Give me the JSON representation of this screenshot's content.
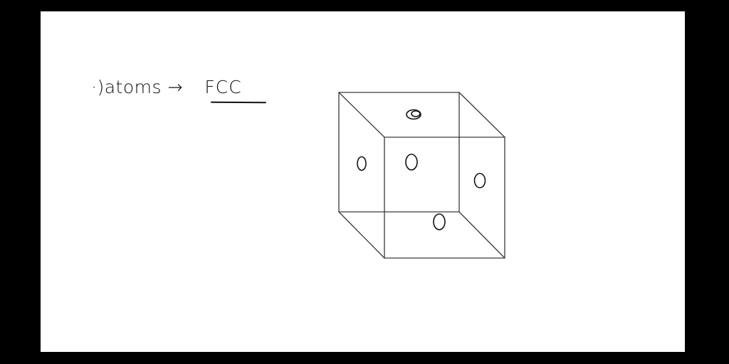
{
  "page": {
    "background_color": "#000000",
    "canvas_color": "#ffffff",
    "ink_color": "#111111"
  },
  "note": {
    "bullet": "·",
    "label": ")atoms",
    "arrow": "→",
    "structure": "FCC"
  },
  "diagram": {
    "shape": "cube",
    "face_centered_atoms": 5,
    "atom_glyph": "circle"
  }
}
